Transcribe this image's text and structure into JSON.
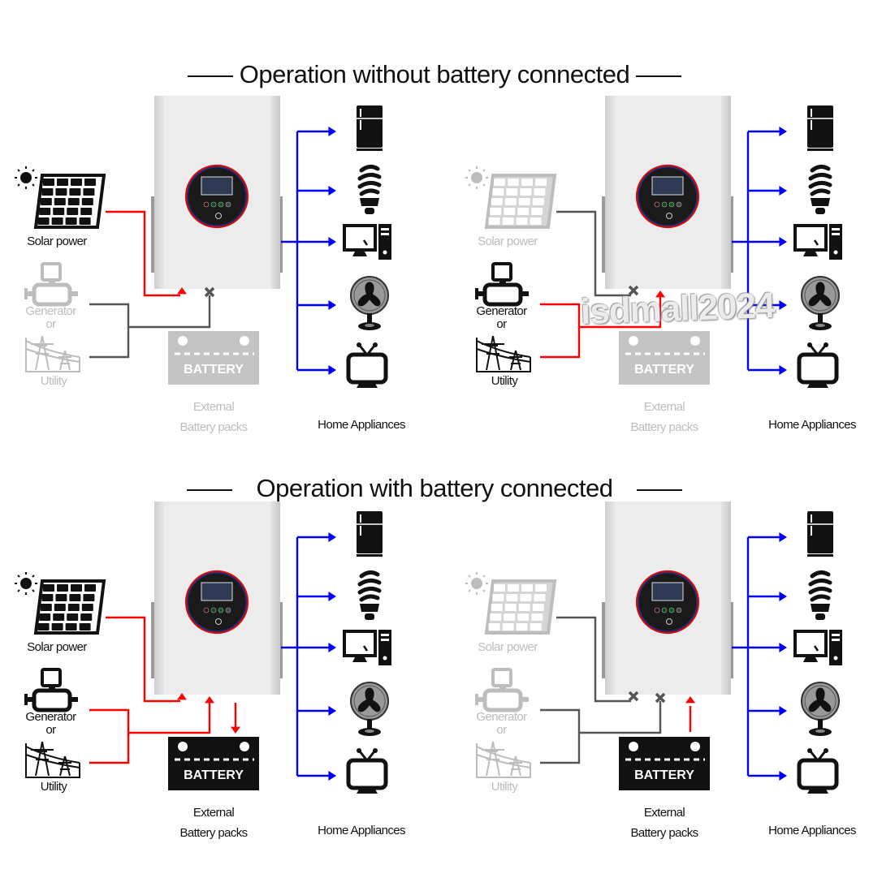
{
  "sections": [
    {
      "title": "Operation without battery connected"
    },
    {
      "title": "Operation with battery connected"
    }
  ],
  "labels": {
    "solar": "Solar power",
    "generator": "Generator",
    "or": "or",
    "utility": "Utility",
    "external": "External",
    "battery_packs": "Battery packs",
    "appliances": "Home Appliances",
    "battery_text": "BATTERY"
  },
  "watermark": "isdmall2024",
  "colors": {
    "active": "#ff0000",
    "inactive": "#555555",
    "output": "#0000ff",
    "dim_icon": "#bdbdbd"
  },
  "panels": [
    {
      "id": "top-left",
      "solar_active": true,
      "grid_active": false,
      "battery_active": false,
      "solar_path": "active",
      "grid_path": "blocked",
      "battery_flow": "none"
    },
    {
      "id": "top-right",
      "solar_active": false,
      "grid_active": true,
      "battery_active": false,
      "solar_path": "blocked",
      "grid_path": "active",
      "battery_flow": "none"
    },
    {
      "id": "bottom-left",
      "solar_active": true,
      "grid_active": true,
      "battery_active": true,
      "solar_path": "active",
      "grid_path": "active",
      "battery_flow": "charge"
    },
    {
      "id": "bottom-right",
      "solar_active": false,
      "grid_active": false,
      "battery_active": true,
      "solar_path": "blocked",
      "grid_path": "blocked",
      "battery_flow": "discharge"
    }
  ],
  "appliances": [
    "refrigerator",
    "light-bulb",
    "computer",
    "fan",
    "tv"
  ]
}
